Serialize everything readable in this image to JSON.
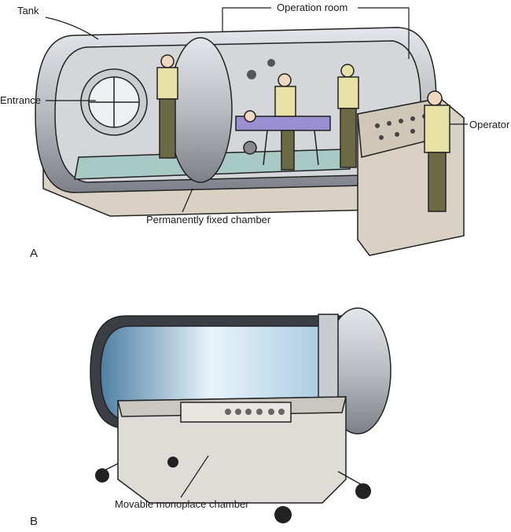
{
  "panel_a": {
    "letter": "A",
    "labels": {
      "tank": "Tank",
      "operation_room": "Operation room",
      "entrance": "Entrance",
      "operator": "Operator",
      "fixed_chamber": "Permanently fixed chamber"
    }
  },
  "panel_b": {
    "letter": "B",
    "labels": {
      "monoplace": "Movable monoplace chamber"
    }
  },
  "colors": {
    "steel": "#b9bcc2",
    "steel_dark": "#7d8088",
    "base": "#d9d2c4",
    "floor": "#a9c9c4",
    "glass": "#9fc3dc",
    "patient": "#9a8fd0",
    "scrubs": "#e6e2a6"
  }
}
